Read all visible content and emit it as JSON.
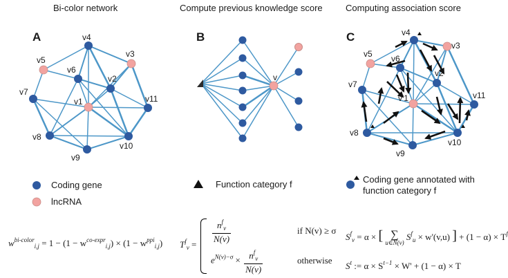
{
  "headers": {
    "a": "Bi-color network",
    "b": "Compute previous knowledge score",
    "c": "Computing association score"
  },
  "panels": {
    "a": "A",
    "b": "B",
    "c": "C"
  },
  "colors": {
    "coding": "#2e5aa0",
    "lncrna": "#f2a3a0",
    "edge": "#4d97c8",
    "arrow": "#111111",
    "triangle": "#2b2b2b"
  },
  "network_a": {
    "nodes": [
      {
        "id": "v4",
        "label": "v4",
        "type": "coding"
      },
      {
        "id": "v3",
        "label": "v3",
        "type": "lncrna"
      },
      {
        "id": "v5",
        "label": "v5",
        "type": "lncrna"
      },
      {
        "id": "v6",
        "label": "v6",
        "type": "coding"
      },
      {
        "id": "v2",
        "label": "v2",
        "type": "coding"
      },
      {
        "id": "v7",
        "label": "v7",
        "type": "coding"
      },
      {
        "id": "v1",
        "label": "v1",
        "type": "lncrna"
      },
      {
        "id": "v11",
        "label": "v11",
        "type": "coding"
      },
      {
        "id": "v8",
        "label": "v8",
        "type": "coding"
      },
      {
        "id": "v10",
        "label": "v10",
        "type": "coding"
      },
      {
        "id": "v9",
        "label": "v9",
        "type": "coding"
      }
    ]
  },
  "network_b": {
    "center_label": "v"
  },
  "network_c": {
    "nodes": [
      {
        "id": "v4",
        "label": "v4",
        "type": "coding",
        "annotated": true
      },
      {
        "id": "v3",
        "label": "v3",
        "type": "lncrna",
        "annotated": false
      },
      {
        "id": "v5",
        "label": "v5",
        "type": "lncrna",
        "annotated": false
      },
      {
        "id": "v6",
        "label": "v6",
        "type": "coding",
        "annotated": false
      },
      {
        "id": "v2",
        "label": "v2",
        "type": "coding",
        "annotated": false
      },
      {
        "id": "v7",
        "label": "v7",
        "type": "coding",
        "annotated": false
      },
      {
        "id": "v1",
        "label": "v'1",
        "type": "lncrna",
        "annotated": false
      },
      {
        "id": "v11",
        "label": "v11",
        "type": "coding",
        "annotated": false
      },
      {
        "id": "v8",
        "label": "v8",
        "type": "coding",
        "annotated": true
      },
      {
        "id": "v10",
        "label": "v10",
        "type": "coding",
        "annotated": true
      },
      {
        "id": "v9",
        "label": "v9",
        "type": "coding",
        "annotated": false
      }
    ]
  },
  "legend": {
    "coding": "Coding gene",
    "lncrna": "lncRNA",
    "function": "Function category f",
    "annotated_line1": "Coding gene annotated with",
    "annotated_line2": "function category f"
  },
  "formulas": {
    "bicolor": {
      "lhs": "w",
      "lhs_sup": "bi-color",
      "lhs_sub": "i,j",
      "eq": "= 1 − (1 − w",
      "coexpr_sup": "co-expr",
      "coexpr_sub": "i,j",
      "mid": ") × (1 − w",
      "ppi_sup": "ppi",
      "ppi_sub": "i,j",
      "end": ")"
    },
    "prior": {
      "lhs": "T",
      "lhs_sup": "f",
      "lhs_sub": "v",
      "eq": "=",
      "num": "n",
      "num_sup": "f",
      "num_sub": "v",
      "den": "N(v)",
      "cond1": "if N(v) ≥ σ",
      "exp_base": "e",
      "exp_pow": "N(v)−σ",
      "times": "×",
      "cond2": "otherwise"
    },
    "assoc1": {
      "lhs": "S",
      "lhs_sup": "f",
      "lhs_sub": "v",
      "eq": "= α ×",
      "sum": "∑",
      "sum_sub": "u∈N(v)",
      "term": "S",
      "term_sup": "f",
      "term_sub": "u",
      "w": "× w'(v,u)",
      "rest": "+ (1 − α) × T",
      "rest_sup": "f",
      "rest_sub": "v"
    },
    "assoc2": {
      "lhs": "S",
      "lhs_sup": "t",
      "eq": ":= α × S",
      "s_sup": "t−1",
      "w": "× W' + (1 − α) × T"
    }
  }
}
